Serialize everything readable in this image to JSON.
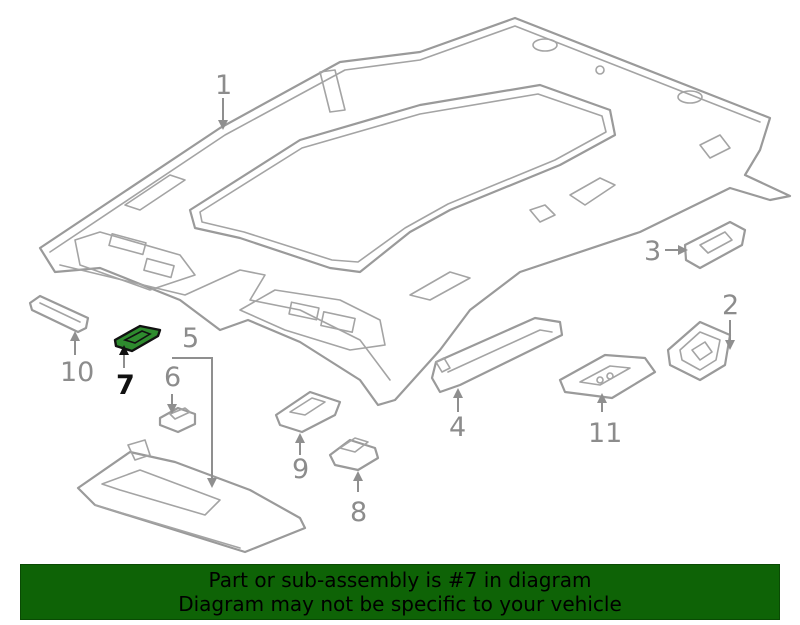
{
  "diagram": {
    "callouts": [
      {
        "id": "1",
        "label": "1"
      },
      {
        "id": "2",
        "label": "2"
      },
      {
        "id": "3",
        "label": "3"
      },
      {
        "id": "4",
        "label": "4"
      },
      {
        "id": "5",
        "label": "5"
      },
      {
        "id": "6",
        "label": "6"
      },
      {
        "id": "7",
        "label": "7"
      },
      {
        "id": "8",
        "label": "8"
      },
      {
        "id": "9",
        "label": "9"
      },
      {
        "id": "10",
        "label": "10"
      },
      {
        "id": "11",
        "label": "11"
      }
    ],
    "highlighted_part": "7",
    "colors": {
      "highlight_fill": "#2e8b2e",
      "line_gray": "#9a9a9a",
      "banner_bg": "#0e6306"
    }
  },
  "banner": {
    "line1": "Part or sub-assembly is #7 in diagram",
    "line2": "Diagram may not be specific to your vehicle"
  }
}
